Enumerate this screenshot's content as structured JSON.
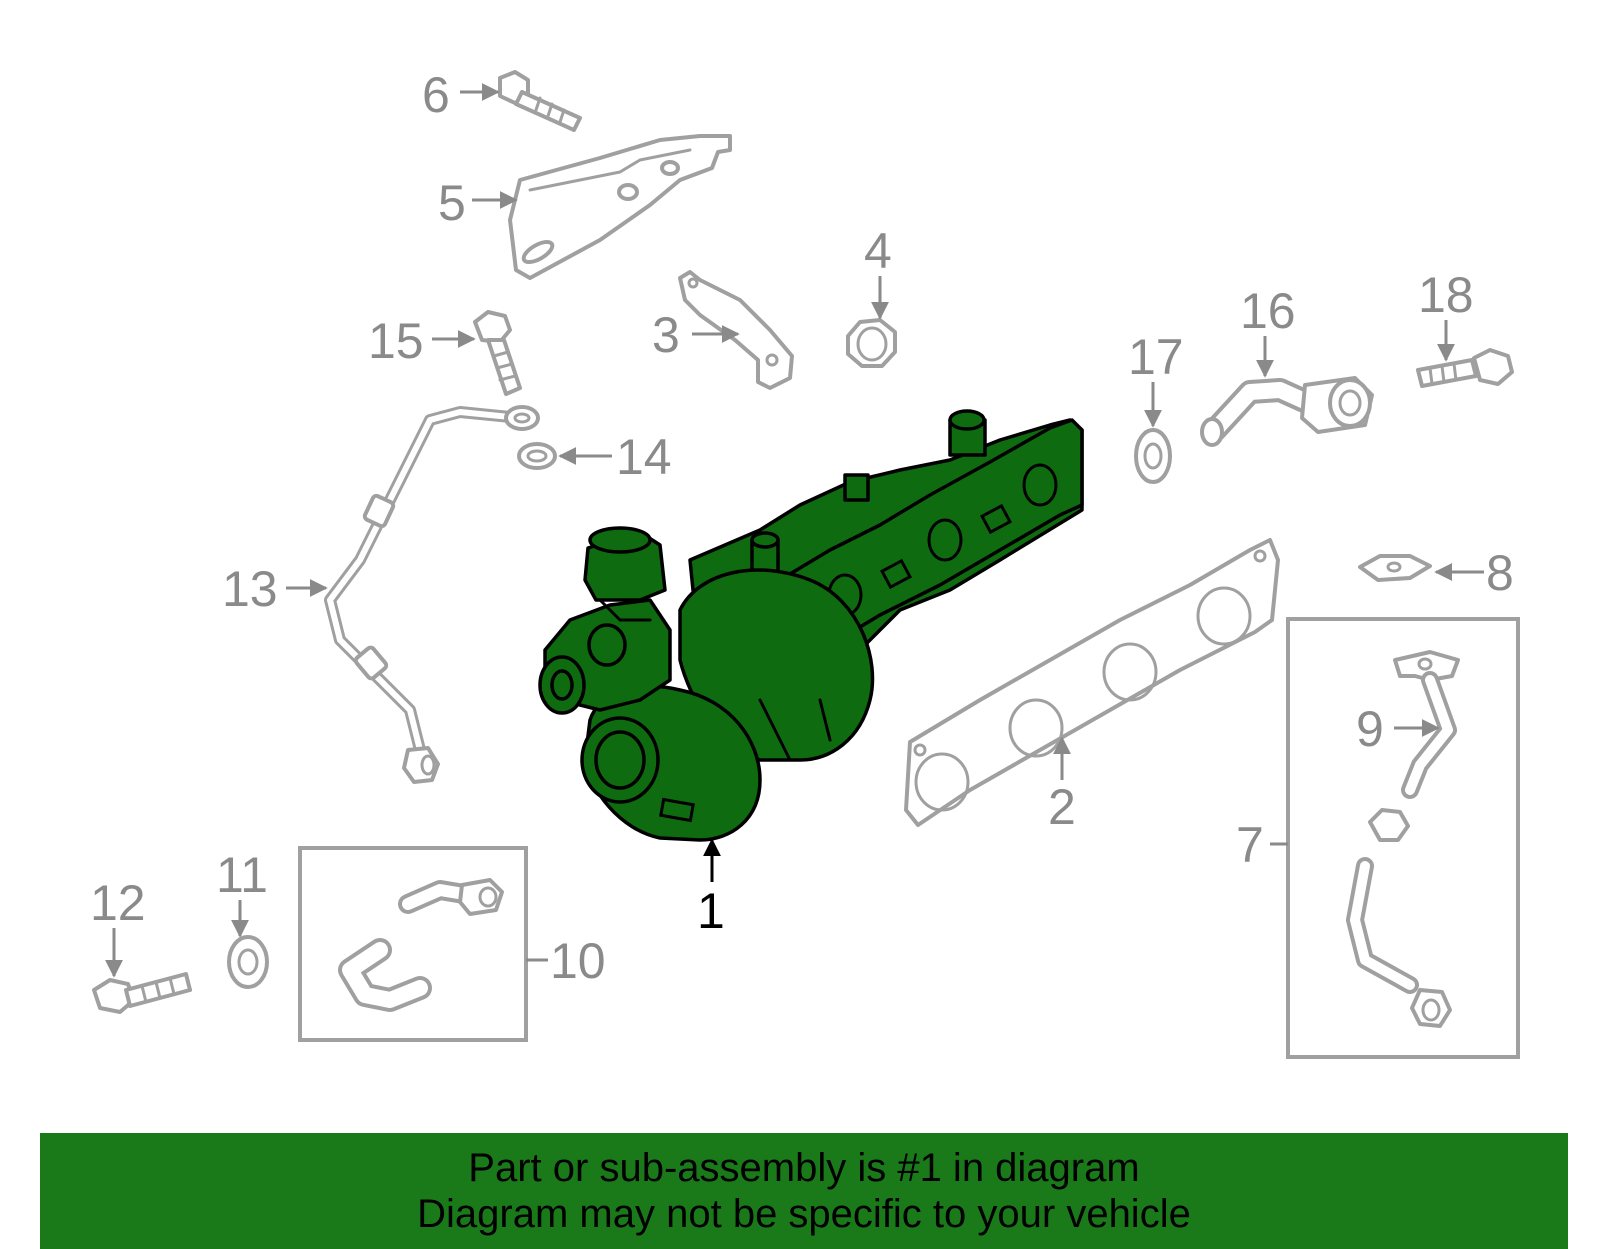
{
  "callouts": {
    "c1": "1",
    "c2": "2",
    "c3": "3",
    "c4": "4",
    "c5": "5",
    "c6": "6",
    "c7": "7",
    "c8": "8",
    "c9": "9",
    "c10": "10",
    "c11": "11",
    "c12": "12",
    "c13": "13",
    "c14": "14",
    "c15": "15",
    "c16": "16",
    "c17": "17",
    "c18": "18"
  },
  "banner": {
    "line1": "Part or sub-assembly is #1 in diagram",
    "line2": "Diagram may not be specific to your vehicle"
  },
  "colors": {
    "highlight": "#0f6b0f",
    "banner": "#1a7a1a",
    "outline": "#a0a0a0"
  }
}
